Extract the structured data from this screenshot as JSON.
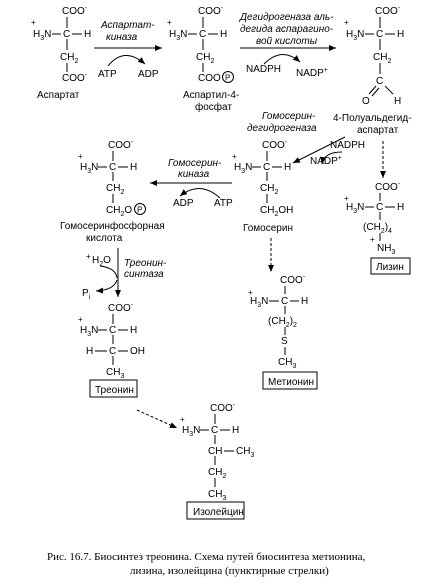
{
  "compounds": {
    "aspartate": "Аспартат",
    "aspartyl_phosphate_1": "Аспартил-4-",
    "aspartyl_phosphate_2": "фосфат",
    "semialdehyde_1": "4-Полуальдегид-",
    "semialdehyde_2": "аспартат",
    "homoserine": "Гомосерин",
    "phosphohomoserine_1": "Гомосеринфосфорная",
    "phosphohomoserine_2": "кислота",
    "lysine": "Лизин",
    "methionine": "Метионин",
    "threonine": "Треонин",
    "isoleucine": "Изолейцин"
  },
  "enzymes": {
    "aspartate_kinase_1": "Аспартат-",
    "aspartate_kinase_2": "киназа",
    "dehydrogenase_1": "Дегидрогеназа аль-",
    "dehydrogenase_2": "дегида аспарагино-",
    "dehydrogenase_3": "вой кислоты",
    "homoserine_dehydrogenase_1": "Гомосерин-",
    "homoserine_dehydrogenase_2": "дегидрогеназа",
    "homoserine_kinase_1": "Гомосерин-",
    "homoserine_kinase_2": "киназа",
    "threonine_synthase_1": "Треонин-",
    "threonine_synthase_2": "синтаза"
  },
  "cofactors": {
    "atp": "ATP",
    "adp": "ADP",
    "nadph": "NADPH",
    "nadp": "NADP",
    "plus": "+",
    "water": "H",
    "water_sub": "2",
    "water_o": "O",
    "pi": "P",
    "pi_sub": "i"
  },
  "atoms": {
    "coo": "COO",
    "minus": "-",
    "plus": "+",
    "h3n": "H",
    "h3n_sub": "3",
    "h3n_n": "N",
    "h": "H",
    "c": "C",
    "ch2": "CH",
    "ch3": "CH",
    "sub2": "2",
    "sub3": "3",
    "sub4": "4",
    "nh3": "NH",
    "oh": "OH",
    "o": "O",
    "s": "S",
    "p": "P",
    "ch2o": "CH",
    "ch2o_o": "O",
    "paren_open": "(",
    "paren_close": ")",
    "coo_ring": "COO"
  },
  "caption": {
    "line1": "Рис. 16.7. Биосинтез треонина. Схема путей биосинтеза метионина,",
    "line2": "лизина, изолейцина (пунктирные стрелки)"
  }
}
